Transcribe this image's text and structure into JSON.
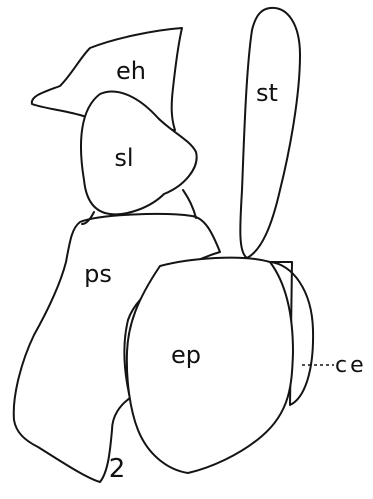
{
  "figure": {
    "number": "2",
    "labels": {
      "eh": "eh",
      "sl": "sl",
      "st": "st",
      "ps": "ps",
      "ep": "ep",
      "ce": "ce"
    }
  }
}
